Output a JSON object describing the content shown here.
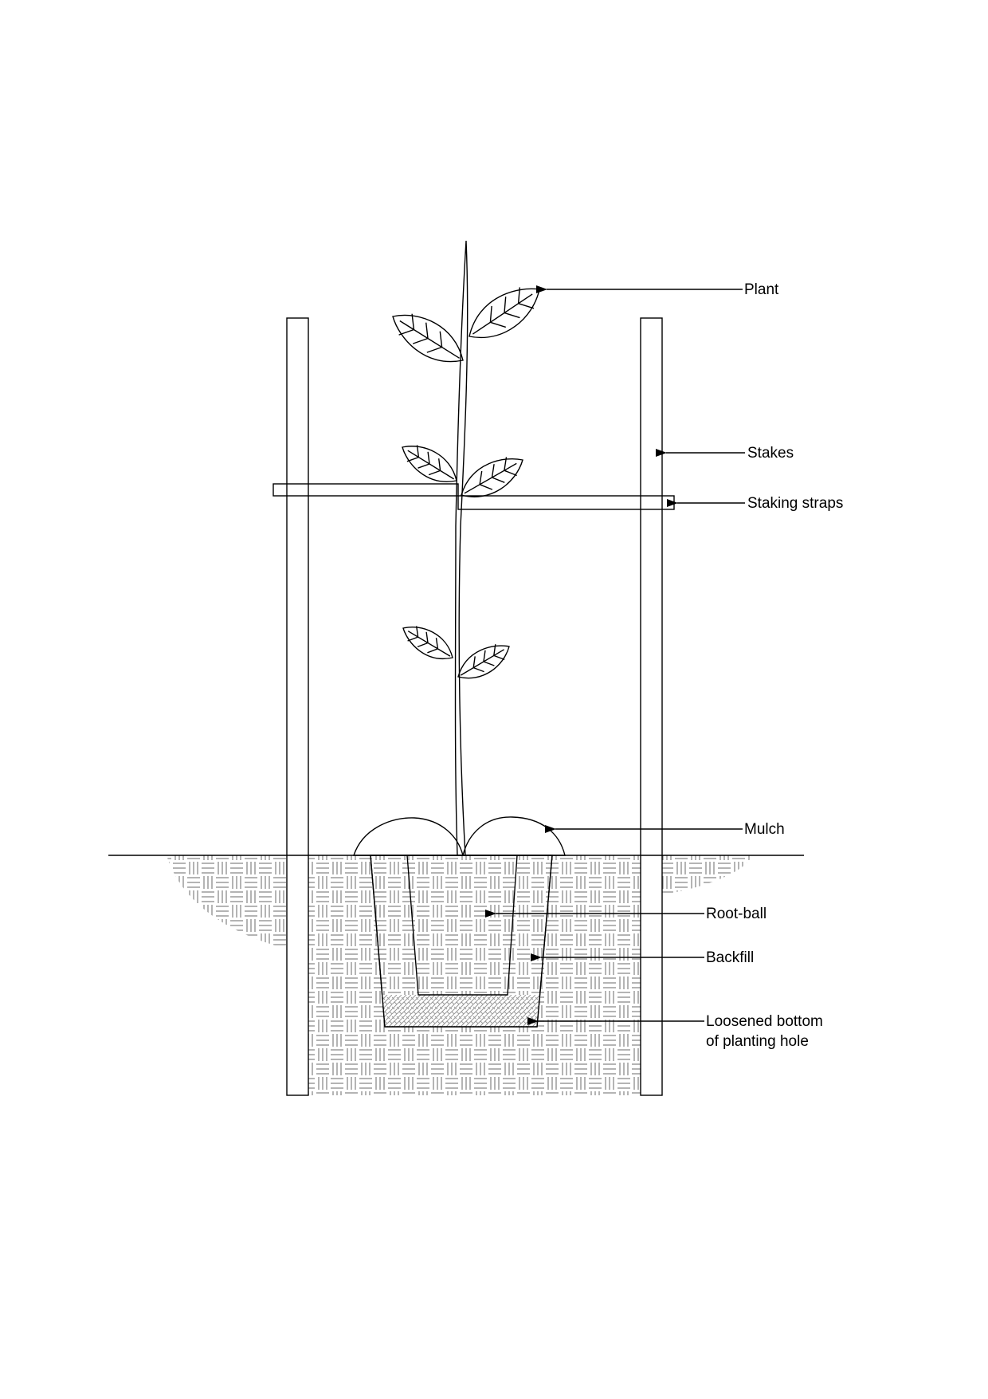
{
  "labels": {
    "plant": "Plant",
    "stakes": "Stakes",
    "staking_straps": "Staking straps",
    "mulch": "Mulch",
    "root_ball": "Root-ball",
    "backfill": "Backfill",
    "loosened_line1": "Loosened bottom",
    "loosened_line2": "of planting hole"
  },
  "colors": {
    "line": "#000000",
    "pattern": "#8c8c8c"
  }
}
